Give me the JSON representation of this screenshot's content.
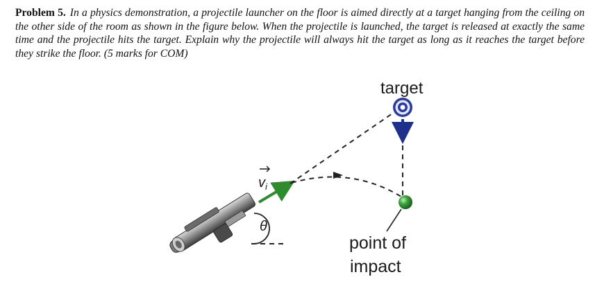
{
  "problem": {
    "heading": "Problem 5.",
    "body": "In a physics demonstration, a projectile launcher on the floor is aimed directly at a target hanging from the ceiling on the other side of the room as shown in the figure below. When the projectile is launched, the target is released at exactly the same time and the projectile hits the target. Explain why the projectile will always hit the target as long as it reaches the target before they strike the floor. (5 marks for COM)"
  },
  "figure": {
    "target_label": "target",
    "velocity_label": "v",
    "velocity_subscript": "i",
    "angle_label": "θ",
    "impact_label_line1": "point of",
    "impact_label_line2": "impact"
  },
  "colors": {
    "velocity_arrow": "#2e8b2e",
    "fall_arrow": "#1f2f8c",
    "target_ring": "#2a3aa0",
    "impact_ball": "#3aa53a",
    "launcher": "#555555"
  }
}
